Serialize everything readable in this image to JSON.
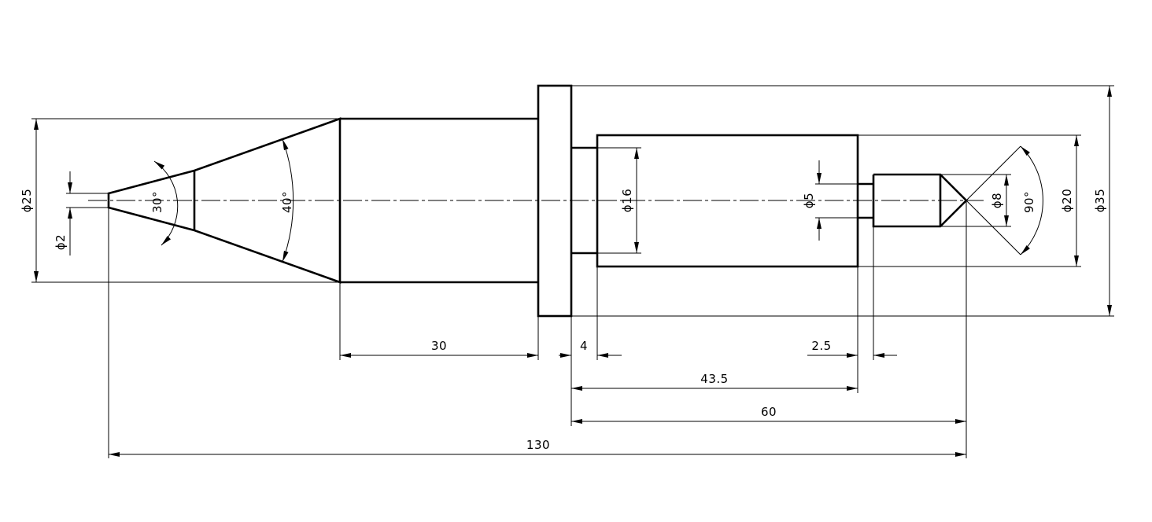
{
  "drawing": {
    "dimensions": {
      "len_30": "30",
      "len_4": "4",
      "len_2_5": "2.5",
      "len_43_5": "43.5",
      "len_60": "60",
      "len_130": "130",
      "dia_25": "ϕ25",
      "dia_2": "ϕ2",
      "dia_16": "ϕ16",
      "dia_5": "ϕ5",
      "dia_8": "ϕ8",
      "dia_20": "ϕ20",
      "dia_35": "ϕ35",
      "ang_30": "30°",
      "ang_40": "40°",
      "ang_90": "90°"
    },
    "colors": {
      "line": "#000000",
      "background": "#ffffff"
    }
  }
}
